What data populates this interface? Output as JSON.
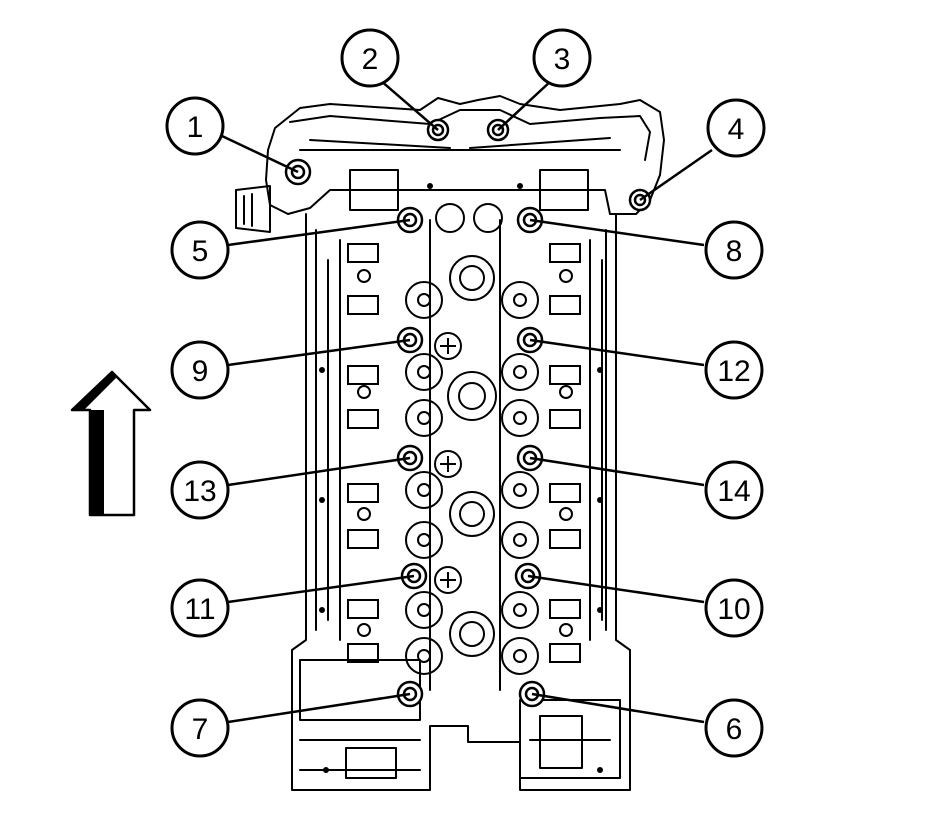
{
  "figure": {
    "callouts": [
      {
        "id": "callout-1",
        "label": "1"
      },
      {
        "id": "callout-2",
        "label": "2"
      },
      {
        "id": "callout-3",
        "label": "3"
      },
      {
        "id": "callout-4",
        "label": "4"
      },
      {
        "id": "callout-5",
        "label": "5"
      },
      {
        "id": "callout-6",
        "label": "6"
      },
      {
        "id": "callout-7",
        "label": "7"
      },
      {
        "id": "callout-8",
        "label": "8"
      },
      {
        "id": "callout-9",
        "label": "9"
      },
      {
        "id": "callout-10",
        "label": "10"
      },
      {
        "id": "callout-11",
        "label": "11"
      },
      {
        "id": "callout-12",
        "label": "12"
      },
      {
        "id": "callout-13",
        "label": "13"
      },
      {
        "id": "callout-14",
        "label": "14"
      }
    ],
    "colors": {
      "ink": "#000000",
      "paper": "#ffffff"
    },
    "icons": {
      "direction": "up-arrow-icon"
    }
  }
}
